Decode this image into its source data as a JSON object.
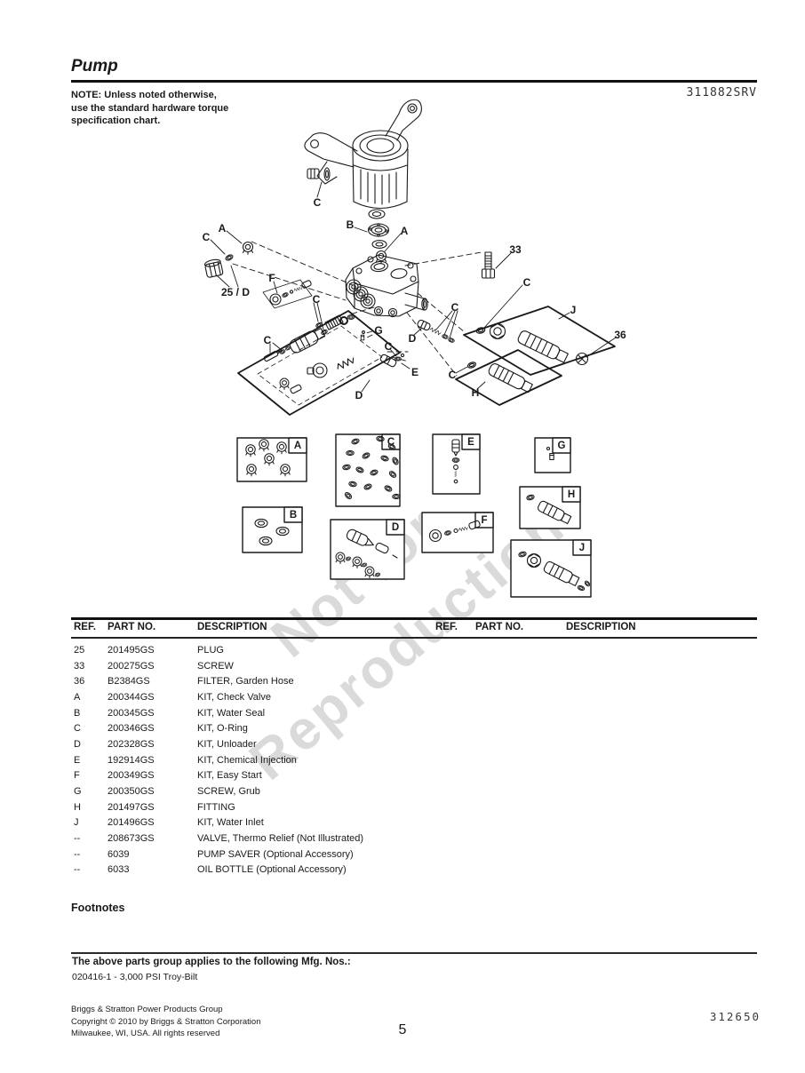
{
  "page": {
    "title": "Pump",
    "note_lines": [
      "NOTE: Unless noted otherwise,",
      "use the standard hardware torque",
      "specification chart."
    ],
    "doc_number": "311882SRV",
    "watermark": {
      "line1": "Not for",
      "line2": "Reproduction"
    }
  },
  "diagram": {
    "callouts": [
      {
        "text": "C"
      },
      {
        "text": "B"
      },
      {
        "text": "A"
      },
      {
        "text": "A"
      },
      {
        "text": "C"
      },
      {
        "text": "25 / D"
      },
      {
        "text": "F"
      },
      {
        "text": "33"
      },
      {
        "text": "C"
      },
      {
        "text": "C"
      },
      {
        "text": "G"
      },
      {
        "text": "D"
      },
      {
        "text": "C"
      },
      {
        "text": "C"
      },
      {
        "text": "E"
      },
      {
        "text": "D"
      },
      {
        "text": "C"
      },
      {
        "text": "J"
      },
      {
        "text": "36"
      },
      {
        "text": "C"
      },
      {
        "text": "H"
      }
    ],
    "detail_boxes": [
      {
        "label": "A"
      },
      {
        "label": "C"
      },
      {
        "label": "E"
      },
      {
        "label": "G"
      },
      {
        "label": "B"
      },
      {
        "label": "D"
      },
      {
        "label": "F"
      },
      {
        "label": "H"
      },
      {
        "label": "J"
      }
    ]
  },
  "table": {
    "headers": {
      "ref": "REF.",
      "part": "PART NO.",
      "desc": "DESCRIPTION"
    },
    "rows": [
      {
        "ref": "25",
        "part": "201495GS",
        "desc": "PLUG"
      },
      {
        "ref": "33",
        "part": "200275GS",
        "desc": "SCREW"
      },
      {
        "ref": "36",
        "part": "B2384GS",
        "desc": "FILTER, Garden Hose"
      },
      {
        "ref": "A",
        "part": "200344GS",
        "desc": "KIT, Check Valve"
      },
      {
        "ref": "B",
        "part": "200345GS",
        "desc": "KIT, Water Seal"
      },
      {
        "ref": "C",
        "part": "200346GS",
        "desc": "KIT, O-Ring"
      },
      {
        "ref": "D",
        "part": "202328GS",
        "desc": "KIT, Unloader"
      },
      {
        "ref": "E",
        "part": "192914GS",
        "desc": "KIT, Chemical Injection"
      },
      {
        "ref": "F",
        "part": "200349GS",
        "desc": "KIT, Easy Start"
      },
      {
        "ref": "G",
        "part": "200350GS",
        "desc": "SCREW, Grub"
      },
      {
        "ref": "H",
        "part": "201497GS",
        "desc": "FITTING"
      },
      {
        "ref": "J",
        "part": "201496GS",
        "desc": "KIT, Water Inlet"
      },
      {
        "ref": "--",
        "part": "208673GS",
        "desc": "VALVE, Thermo Relief (Not Illustrated)"
      },
      {
        "ref": "--",
        "part": "6039",
        "desc": "PUMP SAVER (Optional Accessory)"
      },
      {
        "ref": "--",
        "part": "6033",
        "desc": "OIL BOTTLE (Optional Accessory)"
      }
    ]
  },
  "footnotes": {
    "heading": "Footnotes",
    "applies": "The above parts group applies to the following Mfg. Nos.:",
    "mfg": "020416-1 - 3,000 PSI Troy-Bilt"
  },
  "footer": {
    "line1": "Briggs & Stratton Power Products Group",
    "line2": "Copyright ©  2010 by Briggs & Stratton Corporation",
    "line3": "Milwaukee, WI, USA. All rights reserved",
    "page_number": "5",
    "code": "312650"
  }
}
